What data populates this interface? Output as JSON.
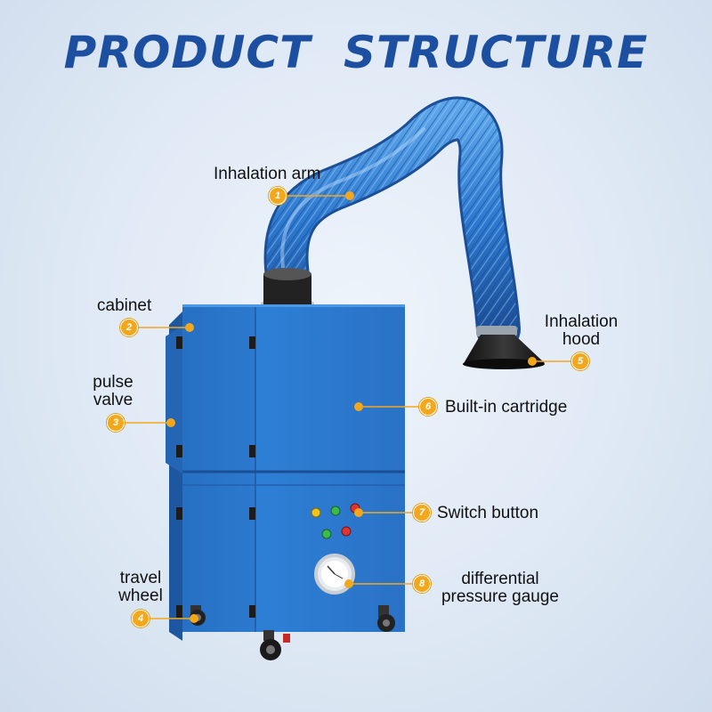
{
  "title": "PRODUCT  STRUCTURE",
  "callouts": [
    {
      "num": "1",
      "label": "Inhalation arm"
    },
    {
      "num": "2",
      "label": "cabinet"
    },
    {
      "num": "3",
      "label_line1": "pulse",
      "label_line2": "valve"
    },
    {
      "num": "4",
      "label_line1": "travel",
      "label_line2": "wheel"
    },
    {
      "num": "5",
      "label_line1": "Inhalation",
      "label_line2": "hood"
    },
    {
      "num": "6",
      "label": "Built-in cartridge"
    },
    {
      "num": "7",
      "label": "Switch button"
    },
    {
      "num": "8",
      "label_line1": "differential",
      "label_line2": "pressure gauge"
    }
  ],
  "colors": {
    "title": "#1c4fa0",
    "cabinet": "#2e7fd6",
    "hose": "#2c78cf",
    "badge": "#f3a71c",
    "hood": "#1a1a1a"
  }
}
